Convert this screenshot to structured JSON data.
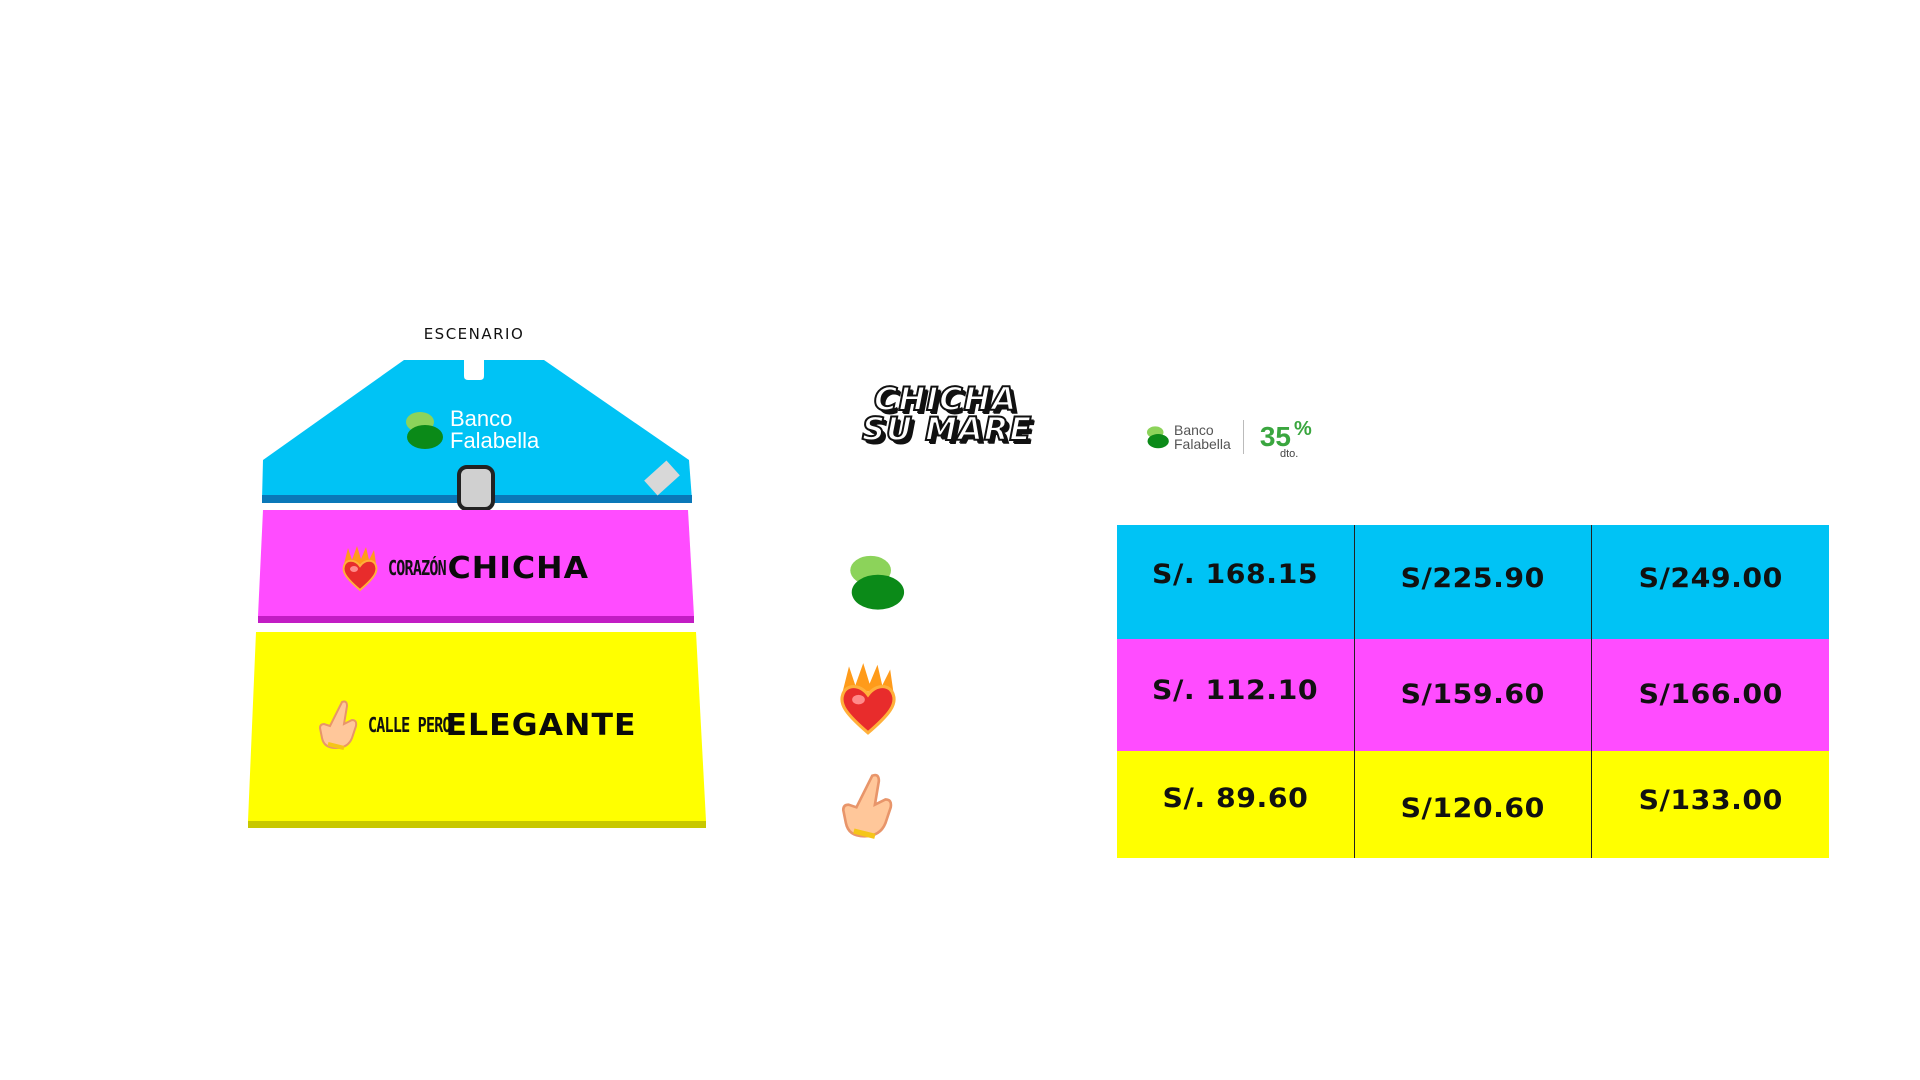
{
  "map": {
    "stage_label": "ESCENARIO",
    "sponsor_zone": {
      "name": "Banco Falabella",
      "brand_line1": "Banco",
      "brand_line2": "Falabella",
      "color": "#00c3f5"
    },
    "zone_corazon": {
      "small": "CORAZÓN",
      "big": "CHICHA",
      "color": "#ff4cff"
    },
    "zone_calle": {
      "small": "CALLE PERO",
      "big": "ELEGANTE",
      "color": "#ffff00"
    }
  },
  "header": {
    "event_line1": "CHICHA",
    "event_line2": "SU MARE",
    "bank_line1": "Banco",
    "bank_line2": "Falabella",
    "discount_value": "35",
    "discount_symbol": "%",
    "discount_suffix": "dto."
  },
  "legend": {
    "icons": [
      "banco-falabella-leaf-icon",
      "flaming-heart-icon",
      "pointing-hand-icon"
    ]
  },
  "prices": {
    "rows": [
      {
        "zone": "Banco Falabella",
        "color": "#00c3f5",
        "cells": [
          "S/. 168.15",
          "S/225.90",
          "S/249.00"
        ]
      },
      {
        "zone": "Corazón Chicha",
        "color": "#ff4cff",
        "cells": [
          "S/. 112.10",
          "S/159.60",
          "S/166.00"
        ]
      },
      {
        "zone": "Calle Pero Elegante",
        "color": "#ffff00",
        "cells": [
          "S/. 89.60",
          "S/120.60",
          "S/133.00"
        ]
      }
    ]
  },
  "colors": {
    "accent_green": "#3aa63f",
    "leaf_dark": "#0b8a18",
    "leaf_light": "#8cd35a"
  }
}
